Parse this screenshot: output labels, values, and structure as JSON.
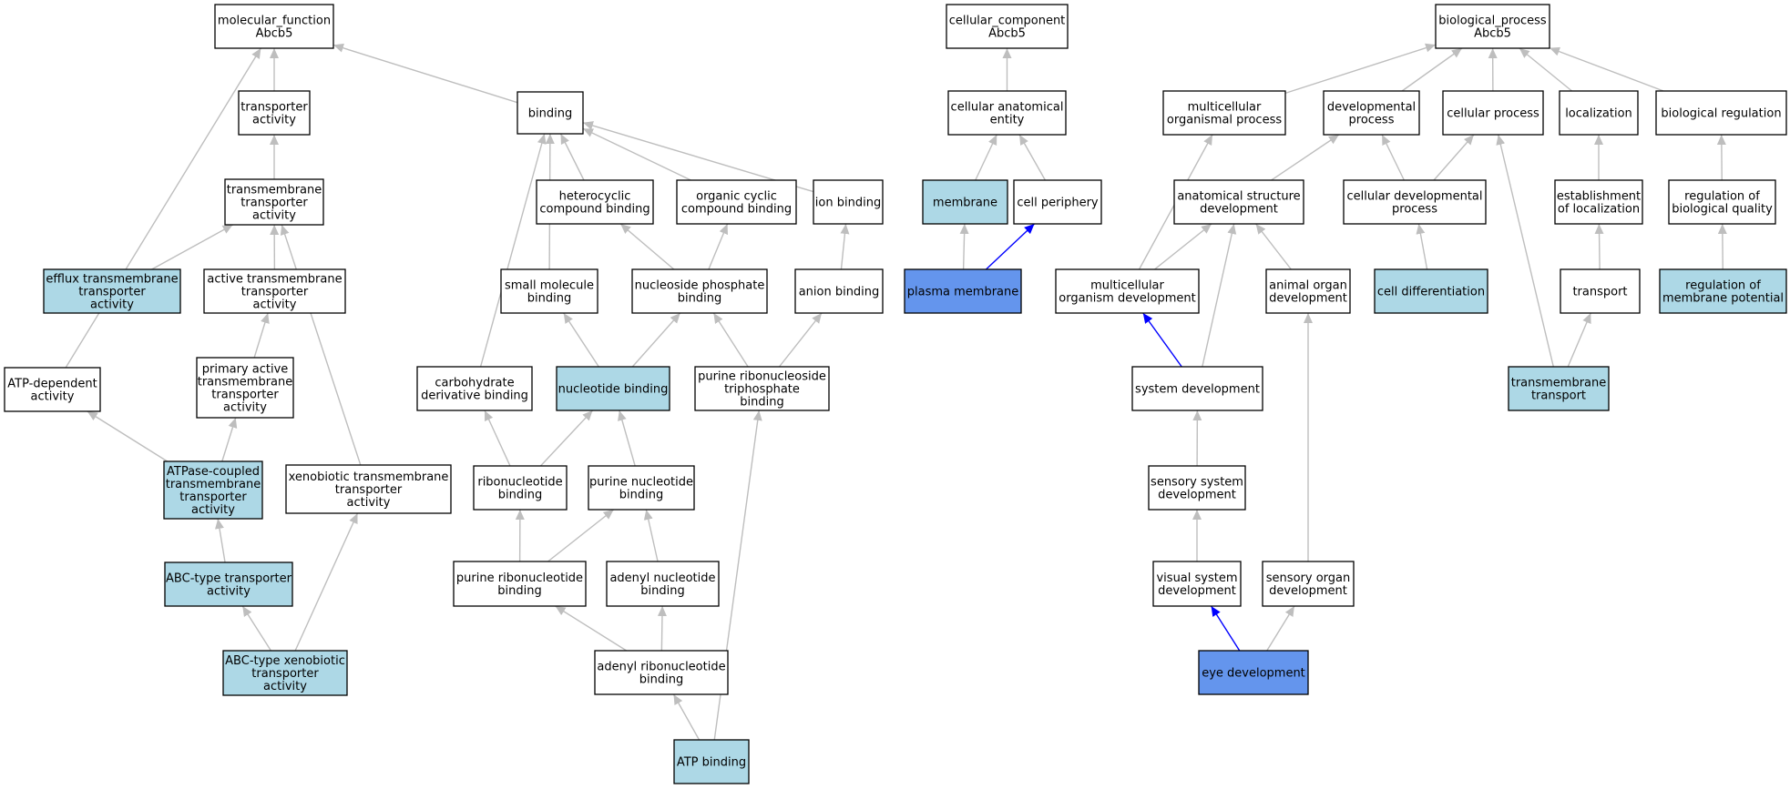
{
  "colors": {
    "default_fill": "#ffffff",
    "annotated_fill": "#add8e6",
    "highlight_fill": "#6495ed",
    "edge_gray": "#bebebe",
    "edge_highlight": "#0000ff"
  },
  "nodes": [
    {
      "id": "mf",
      "label": [
        "molecular_function",
        "Abcb5"
      ],
      "fill": "default"
    },
    {
      "id": "transporter_activity",
      "label": [
        "transporter",
        "activity"
      ],
      "fill": "default"
    },
    {
      "id": "binding",
      "label": [
        "binding"
      ],
      "fill": "default"
    },
    {
      "id": "tm_transporter",
      "label": [
        "transmembrane",
        "transporter",
        "activity"
      ],
      "fill": "default"
    },
    {
      "id": "efflux",
      "label": [
        "efflux transmembrane",
        "transporter",
        "activity"
      ],
      "fill": "annotated"
    },
    {
      "id": "active_tm",
      "label": [
        "active transmembrane",
        "transporter",
        "activity"
      ],
      "fill": "default"
    },
    {
      "id": "atp_dependent",
      "label": [
        "ATP-dependent",
        "activity"
      ],
      "fill": "default"
    },
    {
      "id": "primary_active",
      "label": [
        "primary active",
        "transmembrane",
        "transporter",
        "activity"
      ],
      "fill": "default"
    },
    {
      "id": "atpase_coupled",
      "label": [
        "ATPase-coupled",
        "transmembrane",
        "transporter",
        "activity"
      ],
      "fill": "annotated"
    },
    {
      "id": "xenobiotic_tm",
      "label": [
        "xenobiotic transmembrane",
        "transporter",
        "activity"
      ],
      "fill": "default"
    },
    {
      "id": "abc_type",
      "label": [
        "ABC-type transporter",
        "activity"
      ],
      "fill": "annotated"
    },
    {
      "id": "abc_xeno",
      "label": [
        "ABC-type xenobiotic",
        "transporter",
        "activity"
      ],
      "fill": "annotated"
    },
    {
      "id": "heterocyclic",
      "label": [
        "heterocyclic",
        "compound binding"
      ],
      "fill": "default"
    },
    {
      "id": "organic_cyclic",
      "label": [
        "organic cyclic",
        "compound binding"
      ],
      "fill": "default"
    },
    {
      "id": "ion_binding",
      "label": [
        "ion binding"
      ],
      "fill": "default"
    },
    {
      "id": "small_molecule",
      "label": [
        "small molecule",
        "binding"
      ],
      "fill": "default"
    },
    {
      "id": "nucleoside_phosphate",
      "label": [
        "nucleoside phosphate",
        "binding"
      ],
      "fill": "default"
    },
    {
      "id": "anion_binding",
      "label": [
        "anion binding"
      ],
      "fill": "default"
    },
    {
      "id": "carbohydrate_deriv",
      "label": [
        "carbohydrate",
        "derivative binding"
      ],
      "fill": "default"
    },
    {
      "id": "nucleotide_binding",
      "label": [
        "nucleotide binding"
      ],
      "fill": "annotated"
    },
    {
      "id": "purine_ribonucleoside_tp",
      "label": [
        "purine ribonucleoside",
        "triphosphate",
        "binding"
      ],
      "fill": "default"
    },
    {
      "id": "ribonucleotide",
      "label": [
        "ribonucleotide",
        "binding"
      ],
      "fill": "default"
    },
    {
      "id": "purine_nucleotide",
      "label": [
        "purine nucleotide",
        "binding"
      ],
      "fill": "default"
    },
    {
      "id": "purine_ribonucleotide",
      "label": [
        "purine ribonucleotide",
        "binding"
      ],
      "fill": "default"
    },
    {
      "id": "adenyl_nucleotide",
      "label": [
        "adenyl nucleotide",
        "binding"
      ],
      "fill": "default"
    },
    {
      "id": "adenyl_ribonucleotide",
      "label": [
        "adenyl ribonucleotide",
        "binding"
      ],
      "fill": "default"
    },
    {
      "id": "atp_binding",
      "label": [
        "ATP binding"
      ],
      "fill": "annotated"
    },
    {
      "id": "cc",
      "label": [
        "cellular_component",
        "Abcb5"
      ],
      "fill": "default"
    },
    {
      "id": "cae",
      "label": [
        "cellular anatomical",
        "entity"
      ],
      "fill": "default"
    },
    {
      "id": "membrane",
      "label": [
        "membrane"
      ],
      "fill": "annotated"
    },
    {
      "id": "cell_periphery",
      "label": [
        "cell periphery"
      ],
      "fill": "default"
    },
    {
      "id": "plasma_membrane",
      "label": [
        "plasma membrane"
      ],
      "fill": "highlight"
    },
    {
      "id": "bp",
      "label": [
        "biological_process",
        "Abcb5"
      ],
      "fill": "default"
    },
    {
      "id": "multicellular_proc",
      "label": [
        "multicellular",
        "organismal process"
      ],
      "fill": "default"
    },
    {
      "id": "developmental_proc",
      "label": [
        "developmental",
        "process"
      ],
      "fill": "default"
    },
    {
      "id": "cellular_process",
      "label": [
        "cellular process"
      ],
      "fill": "default"
    },
    {
      "id": "localization",
      "label": [
        "localization"
      ],
      "fill": "default"
    },
    {
      "id": "bio_regulation",
      "label": [
        "biological regulation"
      ],
      "fill": "default"
    },
    {
      "id": "anat_struct_dev",
      "label": [
        "anatomical structure",
        "development"
      ],
      "fill": "default"
    },
    {
      "id": "cell_dev_proc",
      "label": [
        "cellular developmental",
        "process"
      ],
      "fill": "default"
    },
    {
      "id": "estab_localization",
      "label": [
        "establishment",
        "of localization"
      ],
      "fill": "default"
    },
    {
      "id": "reg_bio_quality",
      "label": [
        "regulation of",
        "biological quality"
      ],
      "fill": "default"
    },
    {
      "id": "multicellular_dev",
      "label": [
        "multicellular",
        "organism development"
      ],
      "fill": "default"
    },
    {
      "id": "animal_organ_dev",
      "label": [
        "animal organ",
        "development"
      ],
      "fill": "default"
    },
    {
      "id": "cell_differentiation",
      "label": [
        "cell differentiation"
      ],
      "fill": "annotated"
    },
    {
      "id": "transport",
      "label": [
        "transport"
      ],
      "fill": "default"
    },
    {
      "id": "reg_membrane_potential",
      "label": [
        "regulation of",
        "membrane potential"
      ],
      "fill": "annotated"
    },
    {
      "id": "system_dev",
      "label": [
        "system development"
      ],
      "fill": "default"
    },
    {
      "id": "tm_transport",
      "label": [
        "transmembrane",
        "transport"
      ],
      "fill": "annotated"
    },
    {
      "id": "sensory_system_dev",
      "label": [
        "sensory system",
        "development"
      ],
      "fill": "default"
    },
    {
      "id": "visual_system_dev",
      "label": [
        "visual system",
        "development"
      ],
      "fill": "default"
    },
    {
      "id": "sensory_organ_dev",
      "label": [
        "sensory organ",
        "development"
      ],
      "fill": "default"
    },
    {
      "id": "eye_dev",
      "label": [
        "eye development"
      ],
      "fill": "highlight"
    }
  ],
  "edges": [
    {
      "from": "transporter_activity",
      "to": "mf",
      "style": "is_a"
    },
    {
      "from": "binding",
      "to": "mf",
      "style": "is_a"
    },
    {
      "from": "atp_dependent",
      "to": "mf",
      "style": "is_a"
    },
    {
      "from": "tm_transporter",
      "to": "transporter_activity",
      "style": "is_a"
    },
    {
      "from": "efflux",
      "to": "tm_transporter",
      "style": "is_a"
    },
    {
      "from": "active_tm",
      "to": "tm_transporter",
      "style": "is_a"
    },
    {
      "from": "xenobiotic_tm",
      "to": "tm_transporter",
      "style": "is_a"
    },
    {
      "from": "primary_active",
      "to": "active_tm",
      "style": "is_a"
    },
    {
      "from": "atpase_coupled",
      "to": "primary_active",
      "style": "is_a"
    },
    {
      "from": "atpase_coupled",
      "to": "atp_dependent",
      "style": "is_a"
    },
    {
      "from": "abc_type",
      "to": "atpase_coupled",
      "style": "is_a"
    },
    {
      "from": "abc_xeno",
      "to": "abc_type",
      "style": "is_a"
    },
    {
      "from": "abc_xeno",
      "to": "xenobiotic_tm",
      "style": "is_a"
    },
    {
      "from": "heterocyclic",
      "to": "binding",
      "style": "is_a"
    },
    {
      "from": "organic_cyclic",
      "to": "binding",
      "style": "is_a"
    },
    {
      "from": "ion_binding",
      "to": "binding",
      "style": "is_a"
    },
    {
      "from": "small_molecule",
      "to": "binding",
      "style": "is_a"
    },
    {
      "from": "carbohydrate_deriv",
      "to": "binding",
      "style": "is_a"
    },
    {
      "from": "nucleoside_phosphate",
      "to": "heterocyclic",
      "style": "is_a"
    },
    {
      "from": "nucleoside_phosphate",
      "to": "organic_cyclic",
      "style": "is_a"
    },
    {
      "from": "anion_binding",
      "to": "ion_binding",
      "style": "is_a"
    },
    {
      "from": "nucleotide_binding",
      "to": "small_molecule",
      "style": "is_a"
    },
    {
      "from": "nucleotide_binding",
      "to": "nucleoside_phosphate",
      "style": "is_a"
    },
    {
      "from": "purine_ribonucleoside_tp",
      "to": "nucleoside_phosphate",
      "style": "is_a"
    },
    {
      "from": "purine_ribonucleoside_tp",
      "to": "anion_binding",
      "style": "is_a"
    },
    {
      "from": "ribonucleotide",
      "to": "carbohydrate_deriv",
      "style": "is_a"
    },
    {
      "from": "ribonucleotide",
      "to": "nucleotide_binding",
      "style": "is_a"
    },
    {
      "from": "purine_nucleotide",
      "to": "nucleotide_binding",
      "style": "is_a"
    },
    {
      "from": "purine_ribonucleotide",
      "to": "ribonucleotide",
      "style": "is_a"
    },
    {
      "from": "purine_ribonucleotide",
      "to": "purine_nucleotide",
      "style": "is_a"
    },
    {
      "from": "adenyl_nucleotide",
      "to": "purine_nucleotide",
      "style": "is_a"
    },
    {
      "from": "adenyl_ribonucleotide",
      "to": "purine_ribonucleotide",
      "style": "is_a"
    },
    {
      "from": "adenyl_ribonucleotide",
      "to": "adenyl_nucleotide",
      "style": "is_a"
    },
    {
      "from": "atp_binding",
      "to": "adenyl_ribonucleotide",
      "style": "is_a"
    },
    {
      "from": "atp_binding",
      "to": "purine_ribonucleoside_tp",
      "style": "is_a"
    },
    {
      "from": "cae",
      "to": "cc",
      "style": "is_a"
    },
    {
      "from": "membrane",
      "to": "cae",
      "style": "is_a"
    },
    {
      "from": "cell_periphery",
      "to": "cae",
      "style": "is_a"
    },
    {
      "from": "plasma_membrane",
      "to": "membrane",
      "style": "is_a"
    },
    {
      "from": "plasma_membrane",
      "to": "cell_periphery",
      "style": "part_of"
    },
    {
      "from": "multicellular_proc",
      "to": "bp",
      "style": "is_a"
    },
    {
      "from": "developmental_proc",
      "to": "bp",
      "style": "is_a"
    },
    {
      "from": "cellular_process",
      "to": "bp",
      "style": "is_a"
    },
    {
      "from": "localization",
      "to": "bp",
      "style": "is_a"
    },
    {
      "from": "bio_regulation",
      "to": "bp",
      "style": "is_a"
    },
    {
      "from": "anat_struct_dev",
      "to": "developmental_proc",
      "style": "is_a"
    },
    {
      "from": "cell_dev_proc",
      "to": "developmental_proc",
      "style": "is_a"
    },
    {
      "from": "cell_dev_proc",
      "to": "cellular_process",
      "style": "is_a"
    },
    {
      "from": "estab_localization",
      "to": "localization",
      "style": "is_a"
    },
    {
      "from": "reg_bio_quality",
      "to": "bio_regulation",
      "style": "is_a"
    },
    {
      "from": "multicellular_dev",
      "to": "multicellular_proc",
      "style": "is_a"
    },
    {
      "from": "multicellular_dev",
      "to": "anat_struct_dev",
      "style": "is_a"
    },
    {
      "from": "animal_organ_dev",
      "to": "anat_struct_dev",
      "style": "is_a"
    },
    {
      "from": "cell_differentiation",
      "to": "cell_dev_proc",
      "style": "is_a"
    },
    {
      "from": "transport",
      "to": "estab_localization",
      "style": "is_a"
    },
    {
      "from": "reg_membrane_potential",
      "to": "reg_bio_quality",
      "style": "is_a"
    },
    {
      "from": "system_dev",
      "to": "multicellular_dev",
      "style": "part_of"
    },
    {
      "from": "system_dev",
      "to": "anat_struct_dev",
      "style": "is_a"
    },
    {
      "from": "tm_transport",
      "to": "transport",
      "style": "is_a"
    },
    {
      "from": "tm_transport",
      "to": "cellular_process",
      "style": "is_a"
    },
    {
      "from": "sensory_system_dev",
      "to": "system_dev",
      "style": "is_a"
    },
    {
      "from": "visual_system_dev",
      "to": "sensory_system_dev",
      "style": "is_a"
    },
    {
      "from": "sensory_organ_dev",
      "to": "animal_organ_dev",
      "style": "is_a"
    },
    {
      "from": "eye_dev",
      "to": "visual_system_dev",
      "style": "part_of"
    },
    {
      "from": "eye_dev",
      "to": "sensory_organ_dev",
      "style": "is_a"
    }
  ]
}
